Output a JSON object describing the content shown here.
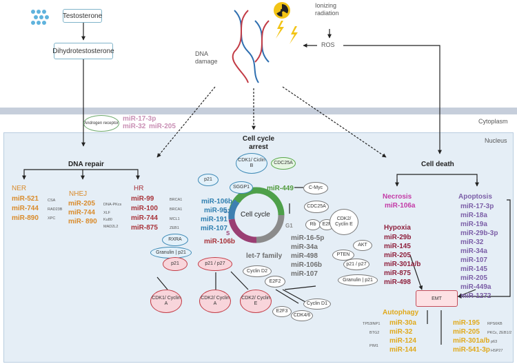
{
  "hormones": {
    "testosterone": "Testosterone",
    "dht": "Dihydrotestosterone"
  },
  "stress": {
    "dna_damage": "DNA damage",
    "ionizing": "Ionizing radiation",
    "ros": "ROS"
  },
  "compartments": {
    "cytoplasm": "Cytoplasm",
    "nucleus": "Nucleus"
  },
  "ar": {
    "label": "Androgen receptor",
    "mirs": [
      "miR-17-3p",
      "miR-32",
      "miR-205"
    ]
  },
  "dna_repair": {
    "title": "DNA repair",
    "ner": {
      "title": "NER",
      "mirs": [
        "miR-521",
        "miR-744",
        "miR-890"
      ],
      "genes": [
        "CSA",
        "RAD23B",
        "XPC"
      ]
    },
    "nhej": {
      "title": "NHEJ",
      "mirs": [
        "miR-205",
        "miR-744",
        "miR- 890"
      ],
      "genes": [
        "DNA-PKcs",
        "XLF",
        "Ku80",
        "MAD2L2"
      ]
    },
    "hr": {
      "title": "HR",
      "mirs": [
        "miR-99",
        "miR-100",
        "miR-744",
        "miR-875"
      ],
      "genes": [
        "BRCA1",
        "BRCA1",
        "MCL1",
        "ZEB1"
      ]
    }
  },
  "cell_cycle": {
    "title": "Cell cycle arrest",
    "center": "Cell cycle",
    "phases": {
      "m": "M",
      "g2": "G2",
      "g1": "G1",
      "s": "S"
    },
    "nodes": {
      "cdk1_cyclin_b": "CDK1/ Ciclin B",
      "cdc25a_top": "CDC25A",
      "p21_top": "p21",
      "sggp1": "SGGP1",
      "cmyc": "C-Myc",
      "cdc25a_mid": "CDC25A",
      "rb": "Rb",
      "e2f": "E2F",
      "cdk2_cyclin_e_r": "CDK2/ Cyclin E",
      "rxra": "RXRA",
      "granulin_p21_left": "Granulin | p21",
      "p21_mid": "p21",
      "p21_p27_mid": "p21 / p27",
      "cdk1_cyclin_a": "CDK1/ Cyclin A",
      "cdk2_cyclin_a": "CDK2/ Cyclin A",
      "cdk2_cyclin_e_l": "CDK2/ Cyclin E",
      "cyclin_d2": "Cyclin D2",
      "e2f2": "E2F2",
      "pten": "PTEN",
      "akt": "AKT",
      "p21_p27_r": "p21 / p27",
      "granulin_p21_r": "Granulin | p21",
      "e2f3": "E2F3",
      "cdk46": "CDK4/6",
      "cyclin_d1": "Cyclin D1"
    },
    "mir449": "miR-449",
    "blue_mirs": [
      "miR-106b",
      "miR-95",
      "miR-191",
      "miR-107"
    ],
    "mir106b_mid": "miR-106b",
    "let7": "let-7 family",
    "gray_mirs": [
      "miR-16-5p",
      "miR-34a",
      "miR-498",
      "miR-106b",
      "miR-107"
    ]
  },
  "cell_death": {
    "title": "Cell death",
    "necrosis": {
      "title": "Necrosis",
      "mir": "miR-106a"
    },
    "apoptosis": {
      "title": "Apoptosis",
      "mirs": [
        "miR-17-3p",
        "miR-18a",
        "miR-19a",
        "miR-29b-3p",
        "miR-32",
        "miR-34a",
        "miR-107",
        "miR-145",
        "miR-205",
        "miR-449a",
        "miR-1272"
      ]
    },
    "hypoxia": {
      "title": "Hypoxia",
      "mirs": [
        "miR-29b",
        "miR-145",
        "miR-205",
        "miR-301a/b",
        "miR-875",
        "miR-498"
      ]
    },
    "emt": "EMT",
    "autophagy": {
      "title": "Autophagy",
      "left_mirs": [
        "miR-30a",
        "miR-32",
        "miR-124",
        "miR-144"
      ],
      "left_genes": [
        "TP53INP1",
        "BTG2",
        "PIM1"
      ],
      "right_mirs": [
        "miR-195",
        "miR-205",
        "miR-301a/b",
        "miR-541-3p"
      ],
      "right_genes": [
        "RPS6KB",
        "PKCε, ZEB1/2",
        "p63",
        "HSP27"
      ]
    }
  }
}
